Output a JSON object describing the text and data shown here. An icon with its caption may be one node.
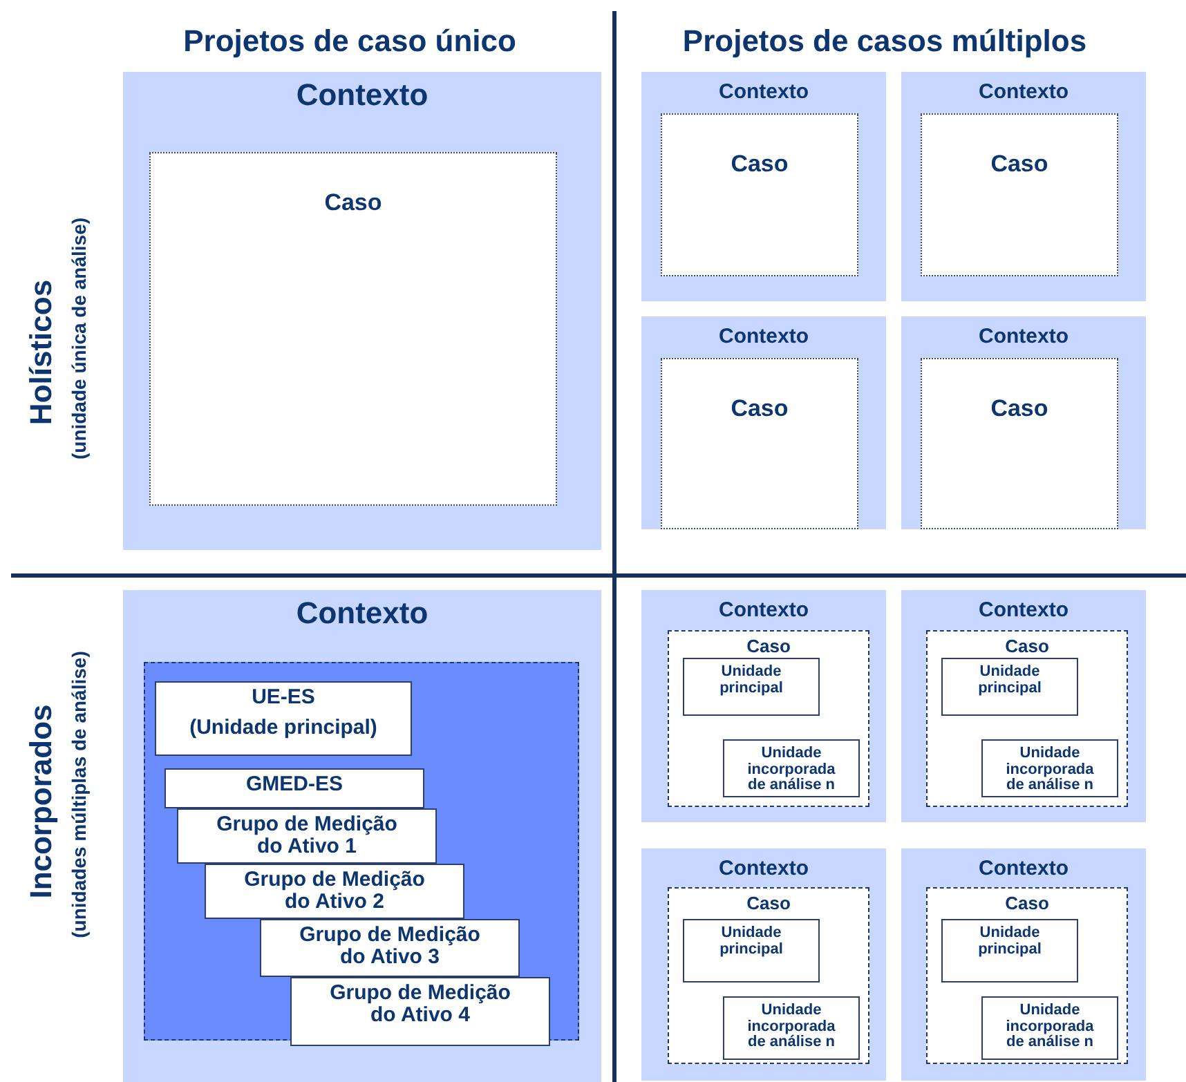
{
  "diagram": {
    "nodes": [
      {
        "text": [
          "Contexto"
        ]
      },
      {
        "text": [
          "Caso"
        ],
        "in": 0
      },
      {
        "text": [
          "Contexto"
        ]
      },
      {
        "text": [
          "Caso"
        ],
        "in": 2
      },
      {
        "text": [
          "Contexto"
        ]
      },
      {
        "text": [
          "Caso"
        ],
        "in": 4
      },
      {
        "text": [
          "Contexto"
        ]
      },
      {
        "text": [
          "Caso"
        ],
        "in": 6
      },
      {
        "text": [
          "Contexto"
        ]
      },
      {
        "text": [
          "Caso"
        ],
        "in": 8
      },
      {
        "text": [
          "Contexto"
        ]
      },
      {
        "text": [],
        "shape": "box",
        "in": 10
      },
      {
        "text": [
          "UE-ES",
          "(Unidade principal)"
        ],
        "in": 11
      },
      {
        "text": [
          "GMED-ES"
        ],
        "in": 11
      },
      {
        "text": [
          "Grupo de Medição do Ativo 1"
        ],
        "in": 11
      },
      {
        "text": [
          "Grupo de Medição do Ativo 2"
        ],
        "in": 11
      },
      {
        "text": [
          "Grupo de Medição do Ativo 3"
        ],
        "in": 11
      },
      {
        "text": [
          "Grupo de Medição do Ativo 4"
        ],
        "in": 11
      },
      {
        "text": [
          "Contexto"
        ]
      },
      {
        "text": [
          "Caso"
        ],
        "in": 18
      },
      {
        "text": [
          "Unidade principal"
        ],
        "in": 19
      },
      {
        "text": [
          "Unidade incorporada de análise n"
        ],
        "in": 19
      },
      {
        "text": [
          "Contexto"
        ]
      },
      {
        "text": [
          "Caso"
        ],
        "in": 22
      },
      {
        "text": [
          "Unidade principal"
        ],
        "in": 23
      },
      {
        "text": [
          "Unidade incorporada de análise n"
        ],
        "in": 23
      },
      {
        "text": [
          "Contexto"
        ]
      },
      {
        "text": [
          "Caso"
        ],
        "in": 26
      },
      {
        "text": [
          "Unidade principal"
        ],
        "in": 27
      },
      {
        "text": [
          "Unidade incorporada de análise n"
        ],
        "in": 27
      },
      {
        "text": [
          "Contexto"
        ]
      },
      {
        "text": [
          "Caso"
        ],
        "in": 30
      },
      {
        "text": [
          "Unidade principal"
        ],
        "in": 31
      },
      {
        "text": [
          "Unidade incorporada de análise n"
        ],
        "in": 31
      }
    ],
    "edges": [],
    "labels": [
      "Projetos de caso único",
      "Projetos de casos múltiplos",
      "Holísticos",
      "(unidade única de análise)",
      "Incorporados",
      "(unidades múltiplas de análise)"
    ]
  }
}
